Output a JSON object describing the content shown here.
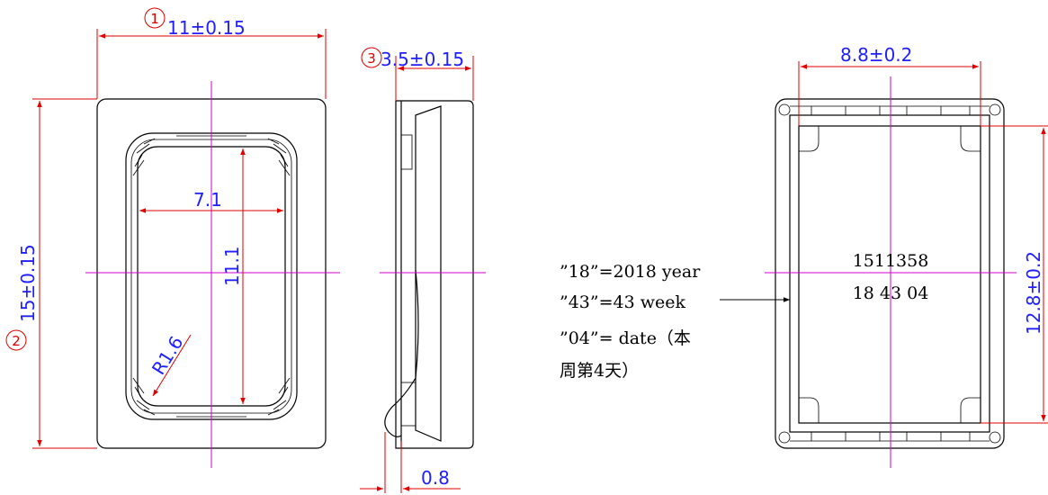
{
  "callouts": {
    "c1": "1",
    "c2": "2",
    "c3": "3"
  },
  "dimensions": {
    "width": "11±0.15",
    "height": "15±0.15",
    "thickness": "3.5±0.15",
    "window_width": "7.1",
    "window_height": "11.1",
    "corner_radius": "R1.6",
    "terminal": "0.8",
    "back_width": "8.8±0.2",
    "back_height": "12.8±0.2"
  },
  "marking": {
    "line1": "1511358",
    "line2": "18 43 04"
  },
  "note": {
    "line1": "”18”=2018 year",
    "line2": "”43”=43 week",
    "line3": "”04”= date（本",
    "line4": "周第4天）"
  }
}
